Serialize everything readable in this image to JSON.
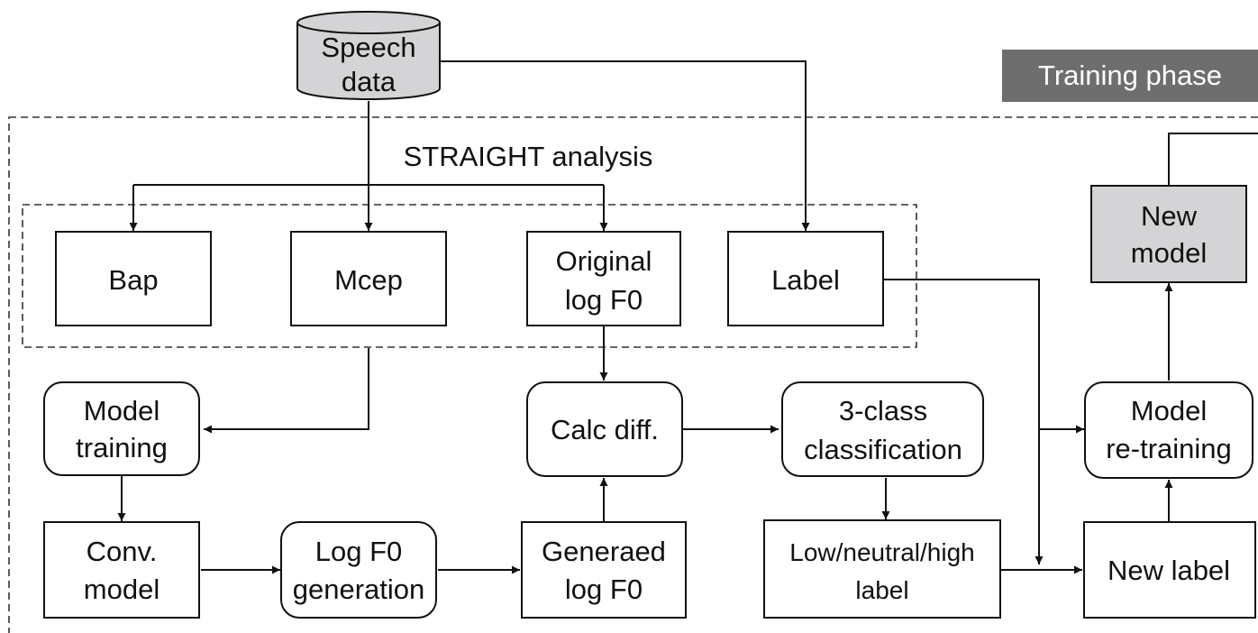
{
  "colors": {
    "region_fill": "#e7e8ea",
    "phase_badge": "#6e6e6e",
    "new_model_fill": "#d4d4d6",
    "stroke": "#111111"
  },
  "phase_badge": {
    "label": "Training phase"
  },
  "section": {
    "label": "STRAIGHT analysis"
  },
  "nodes": {
    "speech_data": {
      "line1": "Speech",
      "line2": "data"
    },
    "bap": {
      "label": "Bap"
    },
    "mcep": {
      "label": "Mcep"
    },
    "original_logf0": {
      "line1": "Original",
      "line2": "log F0"
    },
    "label": {
      "label": "Label"
    },
    "new_model": {
      "line1": "New",
      "line2": "model"
    },
    "model_training": {
      "line1": "Model",
      "line2": "training"
    },
    "calc_diff": {
      "label": "Calc diff."
    },
    "classification": {
      "line1": "3-class",
      "line2": "classification"
    },
    "model_retraining": {
      "line1": "Model",
      "line2": "re-training"
    },
    "conv_model": {
      "line1": "Conv.",
      "line2": "model"
    },
    "logf0_generation": {
      "line1": "Log F0",
      "line2": "generation"
    },
    "generated_logf0": {
      "line1": "Generaed",
      "line2": "log F0"
    },
    "low_neutral_high": {
      "line1": "Low/neutral/high",
      "line2": "label"
    },
    "new_label": {
      "label": "New label"
    }
  }
}
